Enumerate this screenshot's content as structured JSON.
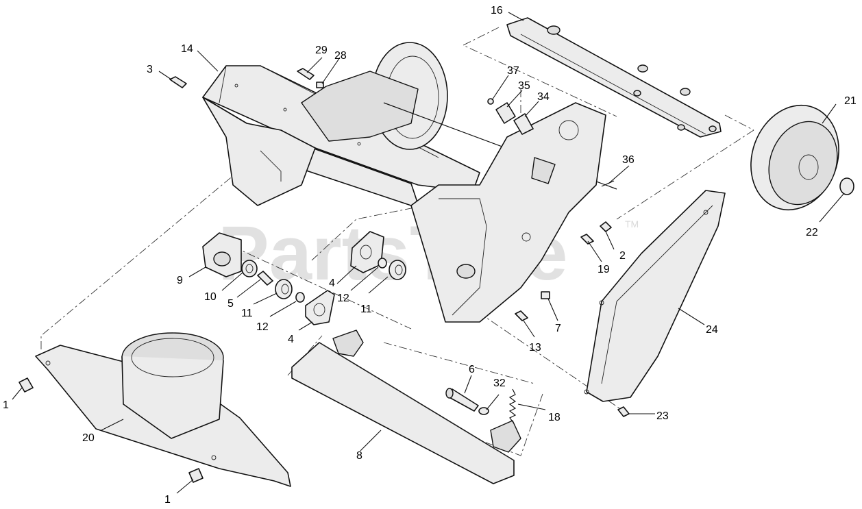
{
  "watermark": {
    "text": "PartsTree",
    "trademark": "TM"
  },
  "callouts": {
    "c1a": "1",
    "c1b": "1",
    "c2": "2",
    "c3": "3",
    "c4a": "4",
    "c4b": "4",
    "c5": "5",
    "c6": "6",
    "c7": "7",
    "c8": "8",
    "c9": "9",
    "c10": "10",
    "c11a": "11",
    "c11b": "11",
    "c12a": "12",
    "c12b": "12",
    "c13": "13",
    "c14": "14",
    "c16": "16",
    "c18": "18",
    "c19": "19",
    "c20": "20",
    "c21": "21",
    "c22": "22",
    "c23": "23",
    "c24": "24",
    "c28": "28",
    "c29": "29",
    "c32": "32",
    "c34": "34",
    "c35": "35",
    "c36": "36",
    "c37": "37"
  }
}
